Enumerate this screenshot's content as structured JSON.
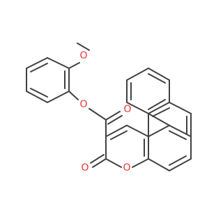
{
  "molecule": {
    "atoms": {
      "methoxy_methyl_label": "",
      "methoxy_O": "O",
      "ester_O": "O",
      "carbonyl_O": "O",
      "lactone_carbonyl_O": "O",
      "ring_O": "O"
    },
    "colors": {
      "bond": "#404040",
      "heteroatom": "#e53935",
      "background": "#ffffff"
    }
  }
}
